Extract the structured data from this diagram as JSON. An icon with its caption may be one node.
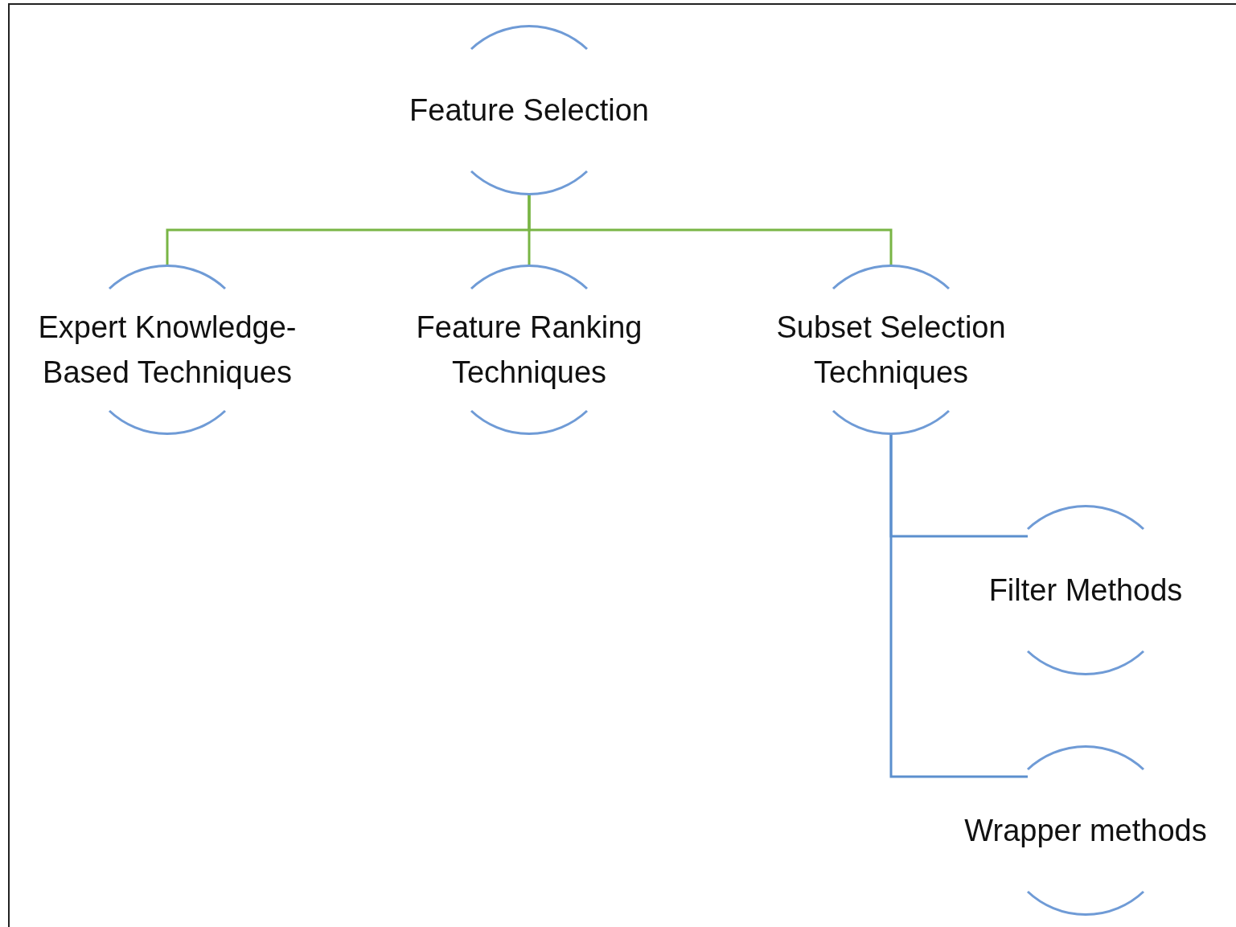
{
  "diagram": {
    "nodes": [
      {
        "text": [
          "Feature Selection"
        ]
      },
      {
        "text": [
          "Expert Knowledge-Based Techniques"
        ]
      },
      {
        "text": [
          "Feature Ranking Techniques"
        ]
      },
      {
        "text": [
          "Subset Selection Techniques"
        ]
      },
      {
        "text": [
          "Filter Methods"
        ]
      },
      {
        "text": [
          "Wrapper methods"
        ]
      }
    ],
    "edges": [
      {
        "from": 0,
        "to": 1,
        "arrow": "none"
      },
      {
        "from": 0,
        "to": 2,
        "arrow": "none"
      },
      {
        "from": 0,
        "to": 3,
        "arrow": "none"
      },
      {
        "from": 3,
        "to": 4,
        "arrow": "none",
        "color": "#5b8fce"
      },
      {
        "from": 3,
        "to": 5,
        "arrow": "none",
        "color": "#5b8fce"
      }
    ]
  }
}
